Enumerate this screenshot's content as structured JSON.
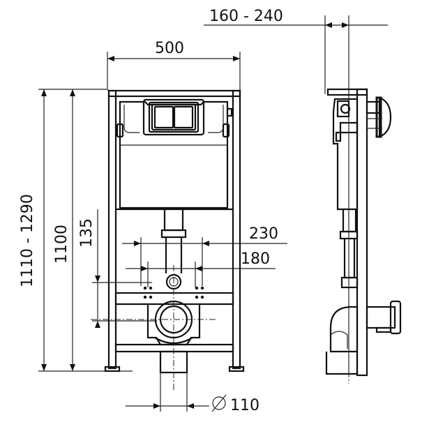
{
  "dimensions": {
    "width_range": "160 - 240",
    "frame_width": "500",
    "height_range": "1110 - 1290",
    "height": "1100",
    "offset_135": "135",
    "spacing_230": "230",
    "spacing_180": "180",
    "pipe_diameter": "110",
    "diameter_symbol": "⌀"
  }
}
